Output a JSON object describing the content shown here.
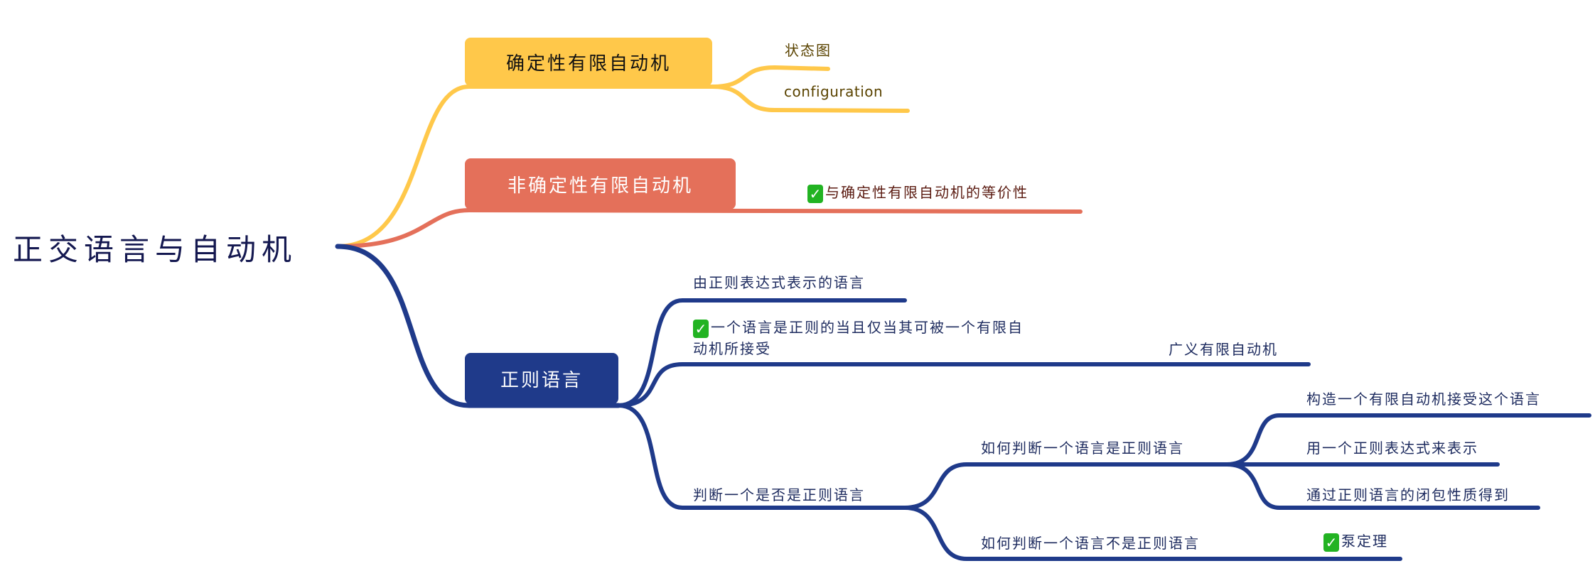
{
  "root": "正交语言与自动机",
  "colors": {
    "yellow": "#FFC84A",
    "red": "#E4705A",
    "blue": "#1F3A8A"
  },
  "branches": {
    "dfa": {
      "label": "确定性有限自动机",
      "children": [
        "状态图",
        "configuration"
      ]
    },
    "nfa": {
      "label": "非确定性有限自动机",
      "children": [
        "与确定性有限自动机的等价性"
      ]
    },
    "regular": {
      "label": "正则语言",
      "children": {
        "c1": "由正则表达式表示的语言",
        "c2_line1": "一个语言是正则的当且仅当其可被一个有限自",
        "c2_line2": "动机所接受",
        "c2_child": "广义有限自动机",
        "c3": "判断一个是否是正则语言",
        "c3_a": "如何判断一个语言是正则语言",
        "c3_a_children": [
          "构造一个有限自动机接受这个语言",
          "用一个正则表达式来表示",
          "通过正则语言的闭包性质得到"
        ],
        "c3_b": "如何判断一个语言不是正则语言",
        "c3_b_child": "泵定理"
      }
    }
  },
  "icons": {
    "check": "✓"
  }
}
